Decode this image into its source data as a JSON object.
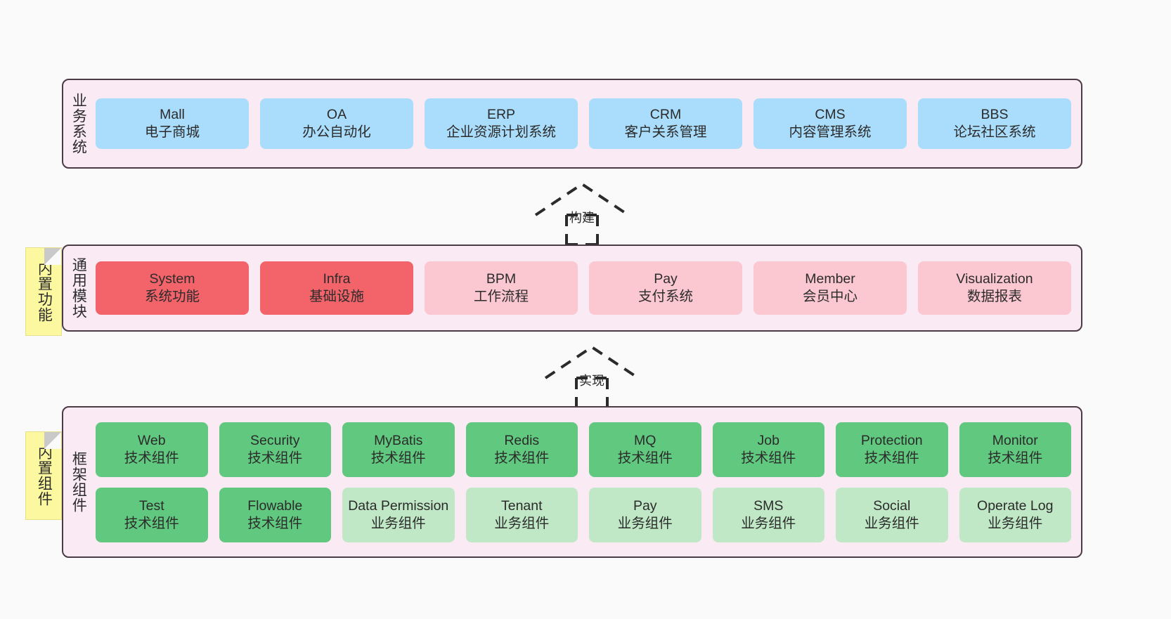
{
  "canvas": {
    "background": "#fafafa",
    "layer_bg": "#f9eaf4",
    "layer_border": "#4a3b44",
    "note_bg": "#fbf8a0"
  },
  "layers": [
    {
      "id": "business-systems",
      "title": "业务系统",
      "rows": [
        [
          {
            "en": "Mall",
            "cn": "电子商城",
            "color": "#aadcfb"
          },
          {
            "en": "OA",
            "cn": "办公自动化",
            "color": "#aadcfb"
          },
          {
            "en": "ERP",
            "cn": "企业资源计划系统",
            "color": "#aadcfb"
          },
          {
            "en": "CRM",
            "cn": "客户关系管理",
            "color": "#aadcfb"
          },
          {
            "en": "CMS",
            "cn": "内容管理系统",
            "color": "#aadcfb"
          },
          {
            "en": "BBS",
            "cn": "论坛社区系统",
            "color": "#aadcfb"
          }
        ]
      ]
    },
    {
      "id": "common-modules",
      "title": "通用模块",
      "note": "内置功能",
      "rows": [
        [
          {
            "en": "System",
            "cn": "系统功能",
            "color": "#f2646a"
          },
          {
            "en": "Infra",
            "cn": "基础设施",
            "color": "#f2646a"
          },
          {
            "en": "BPM",
            "cn": "工作流程",
            "color": "#fbc8d2"
          },
          {
            "en": "Pay",
            "cn": "支付系统",
            "color": "#fbc8d2"
          },
          {
            "en": "Member",
            "cn": "会员中心",
            "color": "#fbc8d2"
          },
          {
            "en": "Visualization",
            "cn": "数据报表",
            "color": "#fbc8d2"
          }
        ]
      ]
    },
    {
      "id": "framework-components",
      "title": "框架组件",
      "note": "内置组件",
      "rows": [
        [
          {
            "en": "Web",
            "cn": "技术组件",
            "color": "#61c97f"
          },
          {
            "en": "Security",
            "cn": "技术组件",
            "color": "#61c97f"
          },
          {
            "en": "MyBatis",
            "cn": "技术组件",
            "color": "#61c97f"
          },
          {
            "en": "Redis",
            "cn": "技术组件",
            "color": "#61c97f"
          },
          {
            "en": "MQ",
            "cn": "技术组件",
            "color": "#61c97f"
          },
          {
            "en": "Job",
            "cn": "技术组件",
            "color": "#61c97f"
          },
          {
            "en": "Protection",
            "cn": "技术组件",
            "color": "#61c97f"
          },
          {
            "en": "Monitor",
            "cn": "技术组件",
            "color": "#61c97f"
          }
        ],
        [
          {
            "en": "Test",
            "cn": "技术组件",
            "color": "#61c97f"
          },
          {
            "en": "Flowable",
            "cn": "技术组件",
            "color": "#61c97f"
          },
          {
            "en": "Data Permission",
            "cn": "业务组件",
            "color": "#c0e8c6"
          },
          {
            "en": "Tenant",
            "cn": "业务组件",
            "color": "#c0e8c6"
          },
          {
            "en": "Pay",
            "cn": "业务组件",
            "color": "#c0e8c6"
          },
          {
            "en": "SMS",
            "cn": "业务组件",
            "color": "#c0e8c6"
          },
          {
            "en": "Social",
            "cn": "业务组件",
            "color": "#c0e8c6"
          },
          {
            "en": "Operate Log",
            "cn": "业务组件",
            "color": "#c0e8c6"
          }
        ]
      ]
    }
  ],
  "connectors": [
    {
      "id": "build",
      "label": "构建"
    },
    {
      "id": "realize",
      "label": "实现"
    }
  ]
}
